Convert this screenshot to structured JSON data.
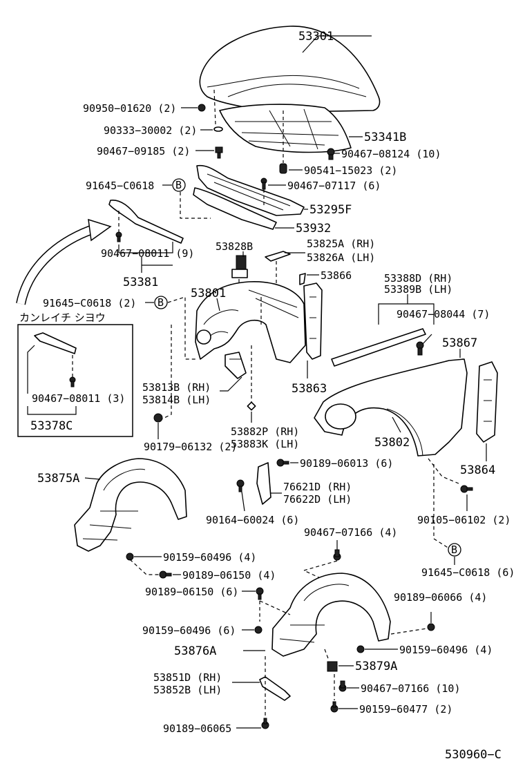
{
  "labels": {
    "l53301": "53301",
    "l9095001620": "90950−01620 (2)",
    "l9033330002": "90333−30002 (2)",
    "l53341B": "53341B",
    "l9046709185": "90467−09185 (2)",
    "l9046708124": "90467−08124 (10)",
    "l9054115023": "90541−15023 (2)",
    "l91645C0618B_top": "91645−C0618",
    "l9046707117": "90467−07117 (6)",
    "l53295F": "53295F",
    "l53932": "53932",
    "l9046708011_9": "90467−08011 (9)",
    "l53381": "53381",
    "l53828B": "53828B",
    "l53825A": "53825A (RH)",
    "l53826A": "53826A (LH)",
    "l53866": "53866",
    "l53388D": "53388D (RH)",
    "l53389B": "53389B (LH)",
    "l91645C0618_2": "91645−C0618 (2)",
    "l53801": "53801",
    "l9046708044": "90467−08044 (7)",
    "l_kanreichi": "カンレイチ シヨウ",
    "l53867": "53867",
    "l53863": "53863",
    "l9046708011_3": "90467−08011 (3)",
    "l53378C": "53378C",
    "l53813B": "53813B (RH)",
    "l53814B": "53814B (LH)",
    "l53802": "53802",
    "l53882P": "53882P (RH)",
    "l53883K": "53883K (LH)",
    "l9017906132": "90179−06132 (2)",
    "l53864": "53864",
    "l9018906013": "90189−06013 (6)",
    "l53875A": "53875A",
    "l76621D": "76621D (RH)",
    "l76622D": "76622D (LH)",
    "l9016460024": "90164−60024 (6)",
    "l9010506102": "90105−06102 (2)",
    "l9046707166_4": "90467−07166 (4)",
    "l9015960496_4a": "90159−60496 (4)",
    "l9018906150_4": "90189−06150 (4)",
    "l91645C0618_6": "91645−C0618 (6)",
    "l9018906150_6": "90189−06150 (6)",
    "l9018906066": "90189−06066 (4)",
    "l9015960496_6": "90159−60496 (6)",
    "l9015960496_4b": "90159−60496 (4)",
    "l53876A": "53876A",
    "l53879A": "53879A",
    "l53851D": "53851D (RH)",
    "l53852B": "53852B (LH)",
    "l9046707166_10": "90467−07166 (10)",
    "l9015960477": "90159−60477 (2)",
    "l9018906065": "90189−06065",
    "l530960C": "530960−C"
  },
  "callouts": {
    "b1": "B",
    "b2": "B",
    "b3": "B"
  }
}
